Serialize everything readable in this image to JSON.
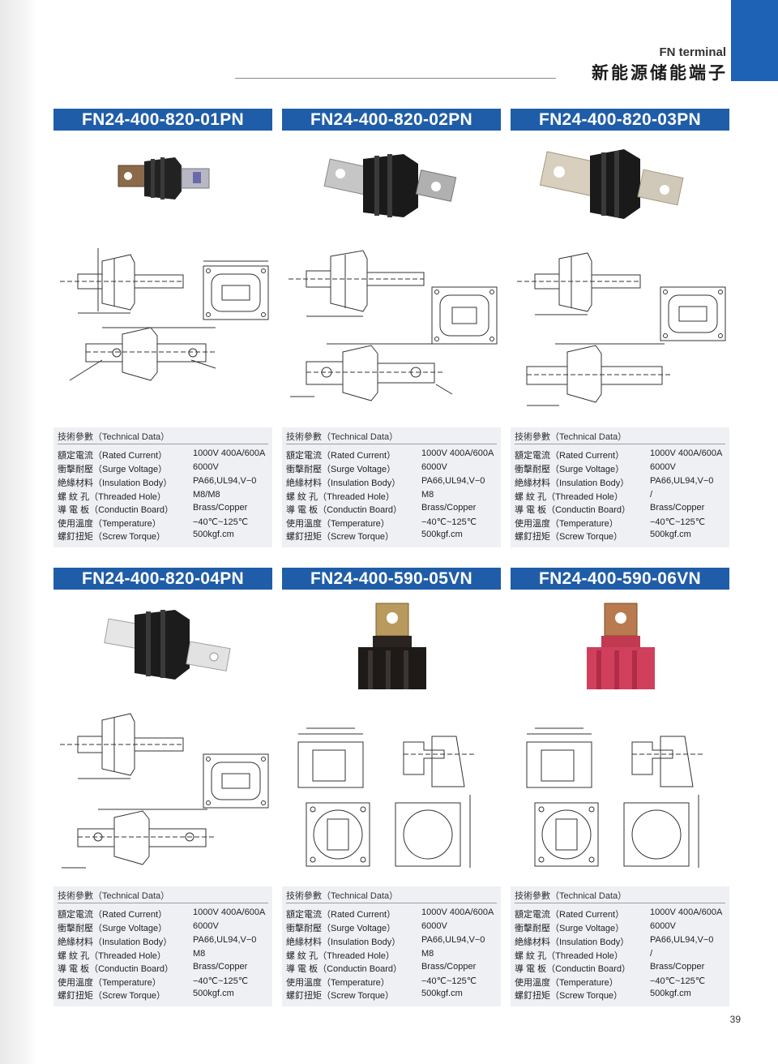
{
  "header": {
    "title_en": "FN terminal",
    "title_cn": "新能源储能端子"
  },
  "page_number": "39",
  "colors": {
    "accent": "#1f5da8",
    "spec_bg": "#eef0f4"
  },
  "spec_heading": "技術參數（Technical Data）",
  "spec_labels": [
    "額定電流（Rated Current）",
    "衝擊耐壓（Surge Voltage）",
    "絶緣材料（Insulation Body）",
    "螺 紋 孔（Threaded Hole）",
    "導 電 板（Conductin Board）",
    "使用溫度（Temperature）",
    "螺釘扭矩（Screw Torque）"
  ],
  "products": [
    {
      "model": "FN24-400-820-01PN",
      "values": [
        "1000V 400A/600A",
        "6000V",
        "PA66,UL94,V−0",
        "M8/M8",
        "Brass/Copper",
        "−40℃~125℃",
        "500kgf.cm"
      ]
    },
    {
      "model": "FN24-400-820-02PN",
      "values": [
        "1000V 400A/600A",
        "6000V",
        "PA66,UL94,V−0",
        "M8",
        "Brass/Copper",
        "−40℃~125℃",
        "500kgf.cm"
      ]
    },
    {
      "model": "FN24-400-820-03PN",
      "values": [
        "1000V 400A/600A",
        "6000V",
        "PA66,UL94,V−0",
        "/",
        "Brass/Copper",
        "−40℃~125℃",
        "500kgf.cm"
      ]
    },
    {
      "model": "FN24-400-820-04PN",
      "values": [
        "1000V 400A/600A",
        "6000V",
        "PA66,UL94,V−0",
        "M8",
        "Brass/Copper",
        "−40℃~125℃",
        "500kgf.cm"
      ]
    },
    {
      "model": "FN24-400-590-05VN",
      "values": [
        "1000V 400A/600A",
        "6000V",
        "PA66,UL94,V−0",
        "M8",
        "Brass/Copper",
        "−40℃~125℃",
        "500kgf.cm"
      ]
    },
    {
      "model": "FN24-400-590-06VN",
      "values": [
        "1000V 400A/600A",
        "6000V",
        "PA66,UL94,V−0",
        "/",
        "Brass/Copper",
        "−40℃~125℃",
        "500kgf.cm"
      ]
    }
  ]
}
